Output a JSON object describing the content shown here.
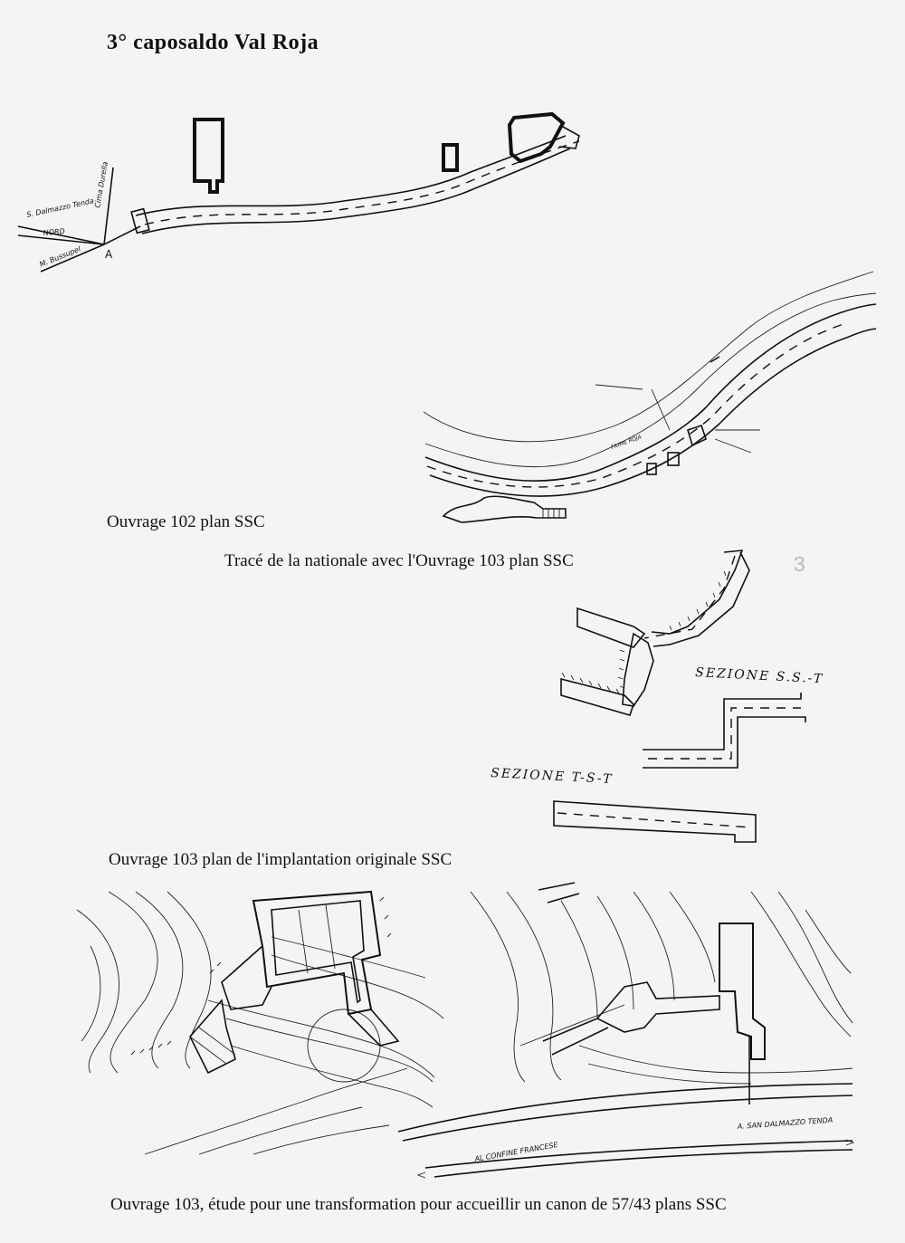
{
  "page": {
    "title": "3° caposaldo Val Roja",
    "captions": {
      "ouvrage_102": "Ouvrage 102 plan  SSC",
      "trace_nationale": "Tracé de la nationale avec l'Ouvrage 103 plan SSC",
      "ouvrage_103_original": "Ouvrage 103 plan  de l'implantation originale SSC",
      "ouvrage_103_etude": "Ouvrage 103, étude pour une transformation pour accueillir  un canon de 57/43  plans SSC"
    },
    "margin_mark": "3"
  },
  "drawing_102": {
    "compass_labels": [
      "S. Dalmazzo Tenda",
      "NORD",
      "M. Bussupel",
      "Cima Durella"
    ],
    "point_label": "A"
  },
  "drawing_road": {
    "river_label": "FIUME ROJA"
  },
  "drawing_103_original": {
    "section_labels": [
      "SEZIONE S.S.-T",
      "SEZIONE T-S-T"
    ]
  },
  "drawing_103_study": {
    "road_labels": [
      "A. SAN DALMAZZO TENDA",
      "AL CONFINE FRANCESE"
    ]
  }
}
